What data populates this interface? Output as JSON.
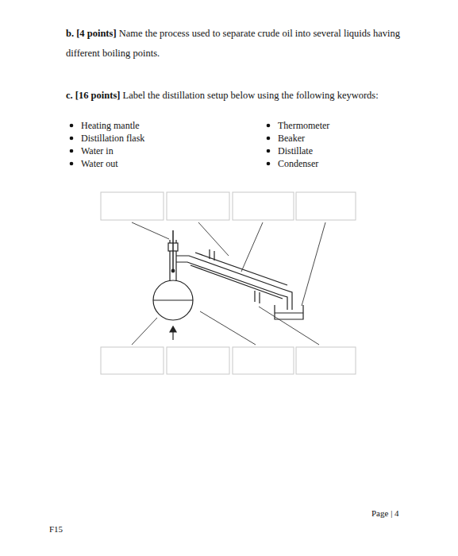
{
  "diagram": {
    "labels": [
      "b. [4 points]",
      "Name the process used to separate crude oil into several liquids having different boiling points.",
      "c. [16 points]",
      "Label the distillation setup below using the following keywords:",
      "Heating mantle",
      "Distillation flask",
      "Water in",
      "Water out",
      "Thermometer",
      "Beaker",
      "Distillate",
      "Condenser",
      "F15",
      "Page | 4"
    ]
  }
}
